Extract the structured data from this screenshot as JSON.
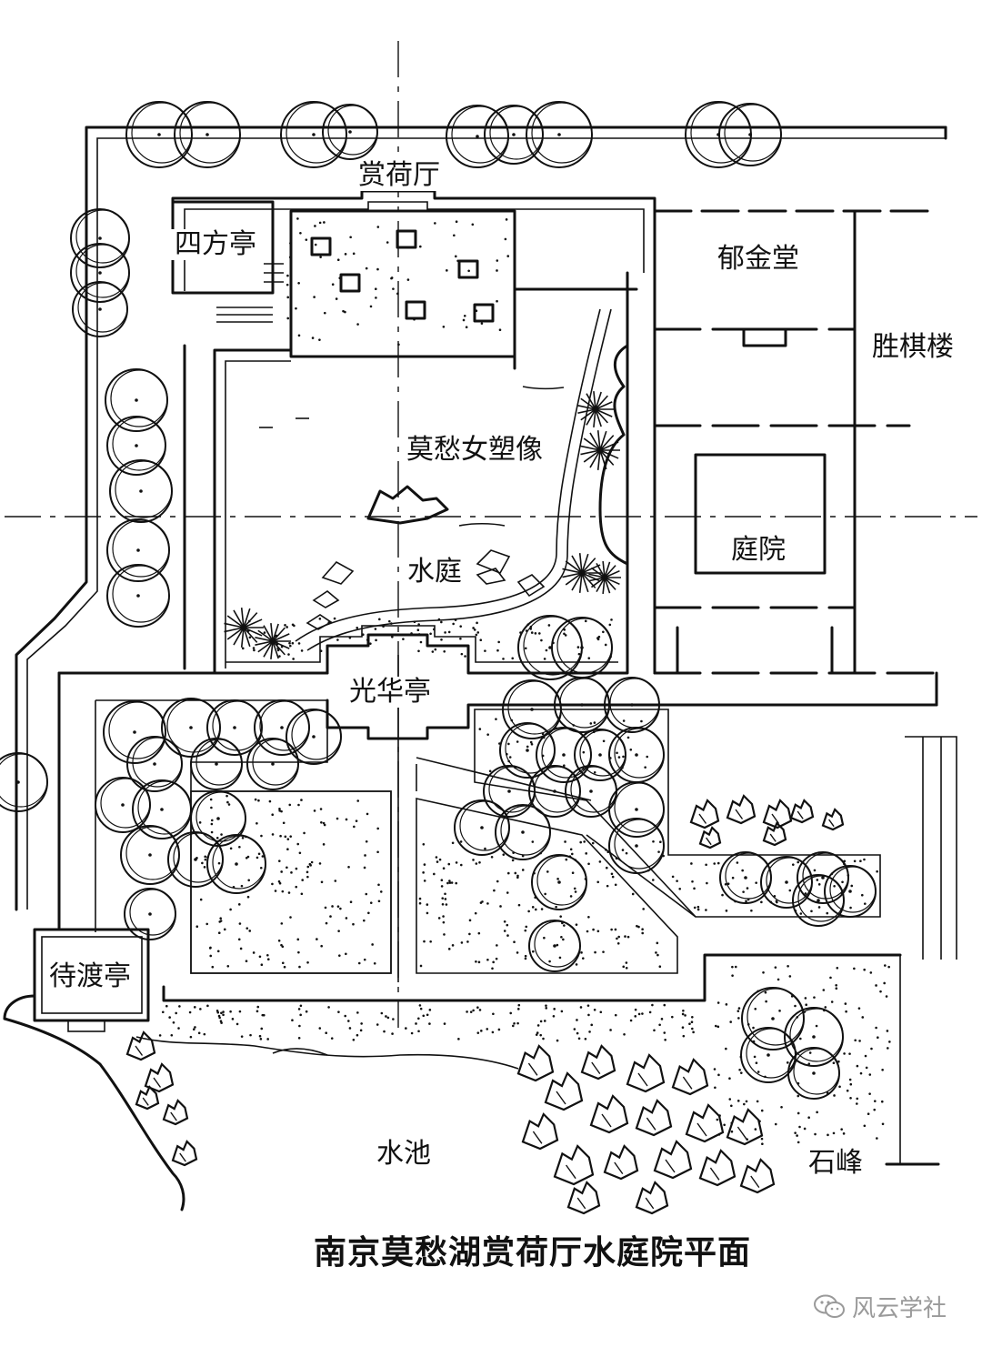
{
  "labels": {
    "shanghe_hall": "赏荷厅",
    "sifang_pavilion": "四方亭",
    "yujin_hall": "郁金堂",
    "shengqi_tower": "胜棋楼",
    "mochou_statue": "莫愁女塑像",
    "courtyard": "庭院",
    "water_court": "水庭",
    "guanghua_pavilion": "光华亭",
    "daidu_pavilion": "待渡亭",
    "pond": "水池",
    "rock_peak": "石峰"
  },
  "caption": "南京莫愁湖赏荷厅水庭院平面",
  "watermark": {
    "text": "风云学社",
    "icon": "wechat-icon",
    "color": "#9a9a9a"
  },
  "colors": {
    "ink": "#111111",
    "paper": "#ffffff"
  }
}
